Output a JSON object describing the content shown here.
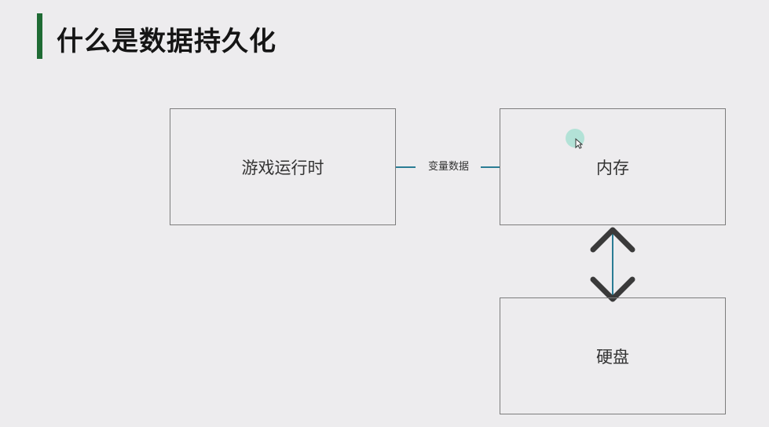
{
  "slide": {
    "title": "什么是数据持久化"
  },
  "diagram": {
    "nodes": {
      "game_runtime": "游戏运行时",
      "memory": "内存",
      "disk": "硬盘"
    },
    "edges": {
      "runtime_to_memory_label": "变量数据"
    }
  },
  "colors": {
    "accent_bar": "#1f6b34",
    "connector": "#2a7c94",
    "chevron": "#3a3a3a",
    "box_border": "#7d7d7d",
    "background": "#edecee"
  }
}
